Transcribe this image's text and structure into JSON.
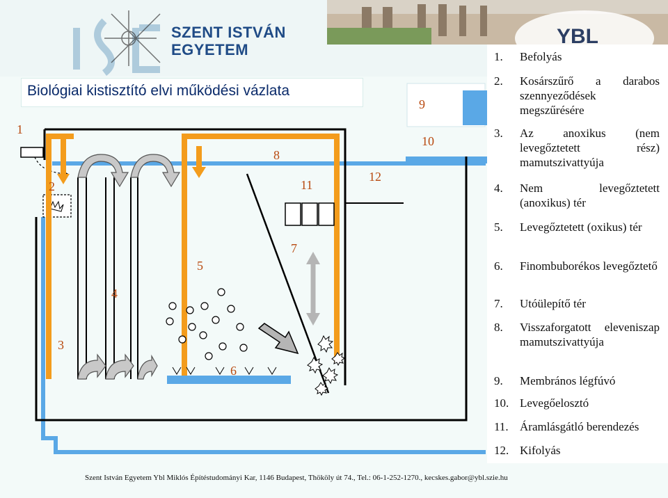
{
  "header": {
    "university_line1": "SZENT ISTVÁN",
    "university_line2": "EGYETEM",
    "right_logo_text": "YBL"
  },
  "title": "Biológiai kistisztító elvi működési vázlata",
  "diagram_labels": [
    "1",
    "2",
    "3",
    "4",
    "5",
    "6",
    "7",
    "8",
    "9",
    "10",
    "11",
    "12"
  ],
  "legend": [
    {
      "num": "1.",
      "text": "Befolyás"
    },
    {
      "num": "2.",
      "text": "Kosárszűrő a darabos szennyeződések megszűrésére"
    },
    {
      "num": "3.",
      "text": "Az anoxikus (nem levegőztetett rész) mamutszivattyúja"
    },
    {
      "num": "4.",
      "text": "Nem levegőztetett (anoxikus) tér"
    },
    {
      "num": "5.",
      "text": "Levegőztetett (oxikus) tér"
    },
    {
      "num": "6.",
      "text": "Finombuborékos levegőztető"
    },
    {
      "num": "7.",
      "text": "Utóülepítő tér"
    },
    {
      "num": "8.",
      "text": "Visszaforgatott eleveniszap mamutszivattyúja"
    },
    {
      "num": "9.",
      "text": "Membrános légfúvó"
    },
    {
      "num": "10.",
      "text": "Levegőelosztó"
    },
    {
      "num": "11.",
      "text": "Áramlásgátló berendezés"
    },
    {
      "num": "12.",
      "text": "Kifolyás"
    }
  ],
  "footer": "Szent István Egyetem Ybl Miklós Építéstudományi Kar, 1146 Budapest, Thököly út 74., Tel.: 06-1-252-1270., kecskes.gabor@ybl.szie.hu",
  "colors": {
    "orange": "#f39c1c",
    "blue": "#5aa8e6",
    "gray_arrow": "#9a9a9a",
    "label": "#b8490f"
  }
}
